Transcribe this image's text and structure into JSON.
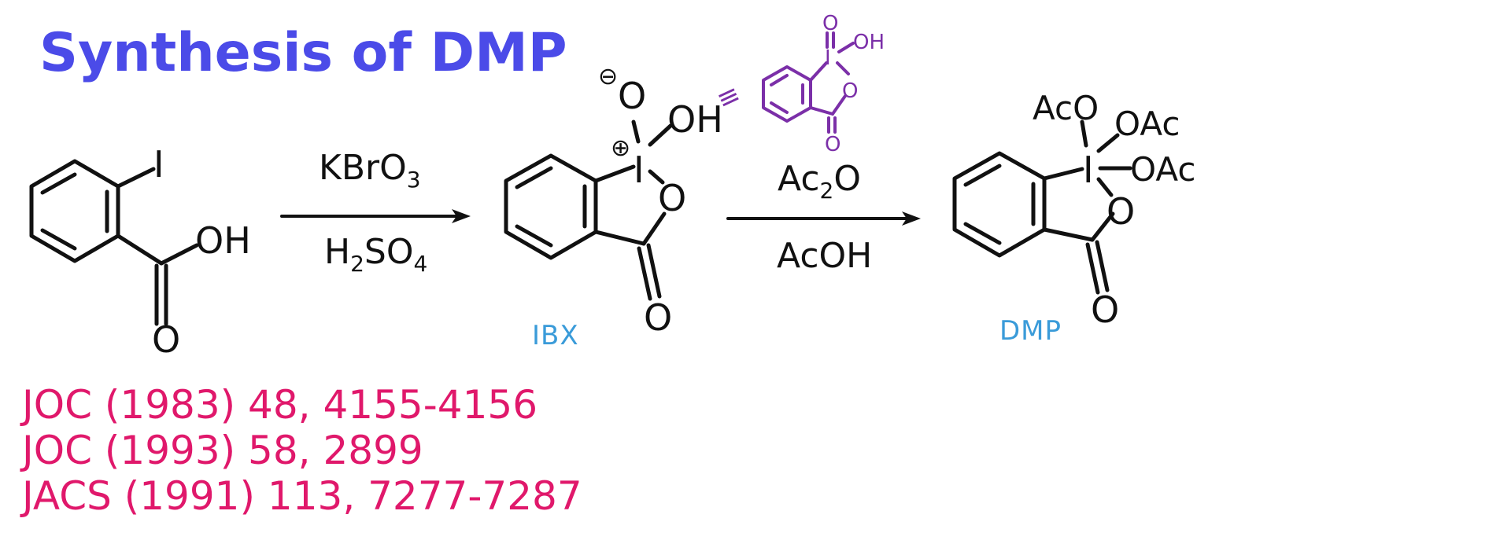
{
  "title": "Synthesis of DMP",
  "atoms": {
    "iodine": "I",
    "hydroxyl": "OH",
    "oxygen": "O",
    "acetoxy_left": "AcO",
    "acetoxy_right": "OAc",
    "minus": "⊖",
    "plus": "⊕",
    "equivalent": "≡"
  },
  "step1": {
    "reagent_top_main": "KBrO",
    "reagent_top_sub": "3",
    "reagent_bottom_a": "H",
    "reagent_bottom_sub1": "2",
    "reagent_bottom_b": "SO",
    "reagent_bottom_sub2": "4"
  },
  "step2": {
    "reagent_top_a": "Ac",
    "reagent_top_sub": "2",
    "reagent_top_b": "O",
    "reagent_bottom": "AcOH"
  },
  "compounds": {
    "ibx_label": "IBX",
    "dmp_label": "DMP"
  },
  "colors": {
    "title": "#4b4be8",
    "compound_label": "#3a9bd9",
    "references": "#e0186b",
    "alt_structure": "#7b2fa8"
  },
  "references": [
    "JOC (1983) 48, 4155-4156",
    "JOC (1993) 58, 2899",
    "JACS (1991) 113, 7277-7287"
  ]
}
